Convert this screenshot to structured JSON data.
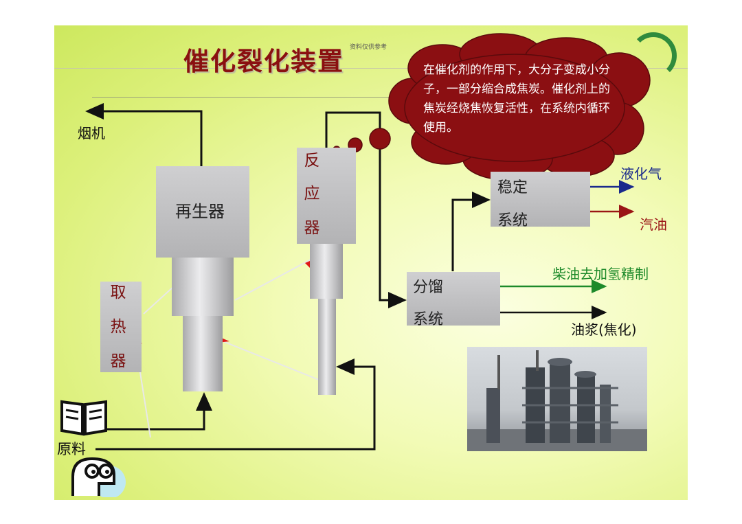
{
  "title": "催化裂化装置",
  "watermark": "资料仅供参考",
  "callout": "在催化剂的作用下，大分子变成小分子，一部分缩合成焦炭。催化剂上的焦炭经烧焦恢复活性，在系统内循环使用。",
  "units": {
    "regenerator": "再生器",
    "reactor": [
      "反",
      "应",
      "器"
    ],
    "heat_remover": [
      "取",
      "热",
      "器"
    ],
    "stabilizer": [
      "稳定",
      "系统"
    ],
    "fractionator": [
      "分馏",
      "系统"
    ]
  },
  "flows": {
    "flue_gas": "烟机",
    "lpg": "液化气",
    "gasoline": "汽油",
    "diesel": "柴油去加氢精制",
    "slurry": "油浆(焦化)",
    "feed": [
      "原",
      "料"
    ]
  },
  "colors": {
    "title": "#8a1010",
    "callout": "#8b0f12",
    "lpg": "#1a2a8c",
    "gasoline": "#9a1515",
    "diesel": "#1d8a2a",
    "pipe": "#111111",
    "catalyst_arrow": "#e01818"
  },
  "icons": [
    "book-icon",
    "cartoon-face-icon",
    "refinery-photo"
  ]
}
